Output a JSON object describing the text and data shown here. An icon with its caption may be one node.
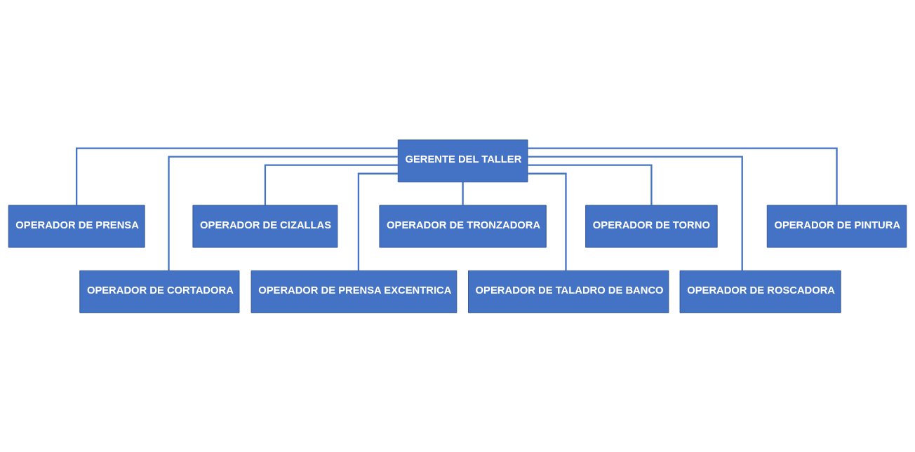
{
  "diagram": {
    "nodes": [
      {
        "text": [
          "GERENTE DEL TALLER"
        ]
      },
      {
        "text": [
          "OPERADOR DE PRENSA"
        ]
      },
      {
        "text": [
          "OPERADOR DE CORTADORA"
        ]
      },
      {
        "text": [
          "OPERADOR DE CIZALLAS"
        ]
      },
      {
        "text": [
          "OPERADOR DE PRENSA EXCENTRICA"
        ]
      },
      {
        "text": [
          "OPERADOR DE TRONZADORA"
        ]
      },
      {
        "text": [
          "OPERADOR DE TALADRO DE BANCO"
        ]
      },
      {
        "text": [
          "OPERADOR DE TORNO"
        ]
      },
      {
        "text": [
          "OPERADOR DE ROSCADORA"
        ]
      },
      {
        "text": [
          "OPERADOR DE PINTURA"
        ]
      }
    ],
    "edges": [
      {
        "from": 0,
        "to": 1,
        "arrow": "none"
      },
      {
        "from": 0,
        "to": 2,
        "arrow": "none"
      },
      {
        "from": 0,
        "to": 3,
        "arrow": "none"
      },
      {
        "from": 0,
        "to": 4,
        "arrow": "none"
      },
      {
        "from": 0,
        "to": 5,
        "arrow": "none"
      },
      {
        "from": 0,
        "to": 6,
        "arrow": "none"
      },
      {
        "from": 0,
        "to": 7,
        "arrow": "none"
      },
      {
        "from": 0,
        "to": 8,
        "arrow": "none"
      },
      {
        "from": 0,
        "to": 9,
        "arrow": "none"
      }
    ]
  }
}
